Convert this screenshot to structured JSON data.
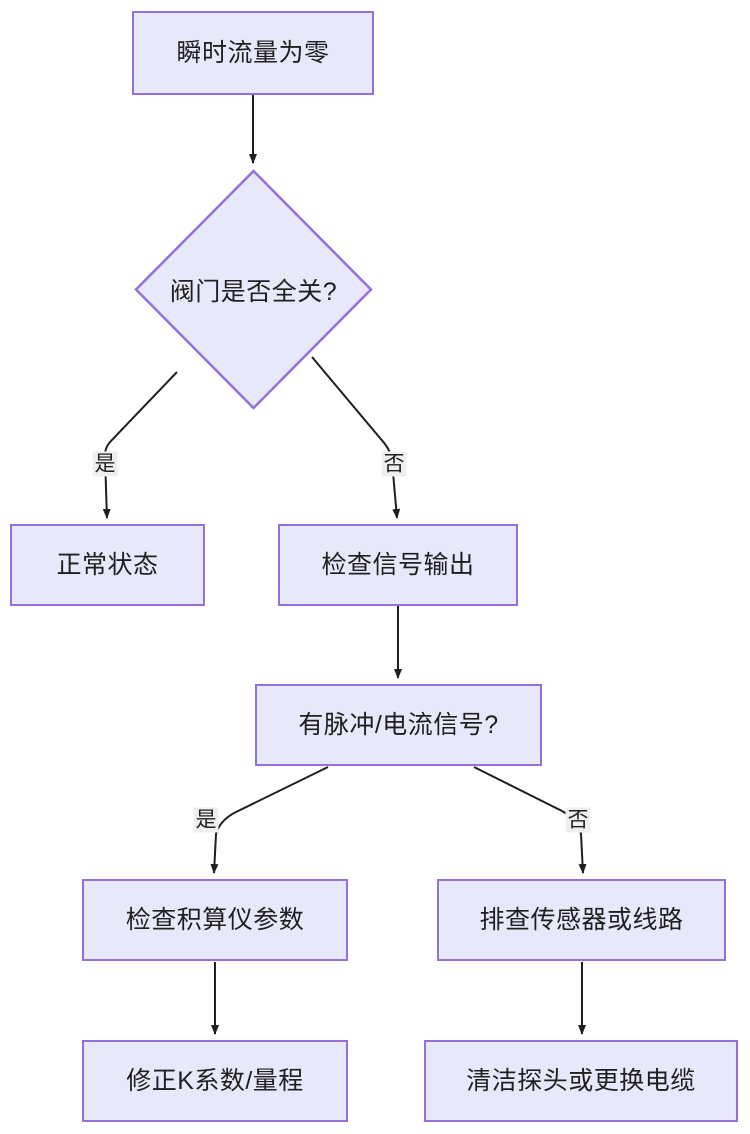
{
  "diagram": {
    "type": "flowchart",
    "direction": "top-down",
    "title_visible": false,
    "theme": {
      "node_fill": "#e8e8fb",
      "node_border": "#9370db",
      "node_text": "#1f1f1f",
      "edge_stroke": "#1f1f1f",
      "edge_label_bg": "#efefef",
      "canvas_bg": "#ffffff"
    },
    "nodes": [
      {
        "id": "n1",
        "shape": "rect",
        "label": "瞬时流量为零"
      },
      {
        "id": "n2",
        "shape": "diamond",
        "label": "阀门是否全关?"
      },
      {
        "id": "n3",
        "shape": "rect",
        "label": "正常状态"
      },
      {
        "id": "n4",
        "shape": "rect",
        "label": "检查信号输出"
      },
      {
        "id": "n5",
        "shape": "rect",
        "label": "有脉冲/电流信号?"
      },
      {
        "id": "n6",
        "shape": "rect",
        "label": "检查积算仪参数"
      },
      {
        "id": "n7",
        "shape": "rect",
        "label": "排查传感器或线路"
      },
      {
        "id": "n8",
        "shape": "rect",
        "label": "修正K系数/量程"
      },
      {
        "id": "n9",
        "shape": "rect",
        "label": "清洁探头或更换电缆"
      }
    ],
    "edges": [
      {
        "from": "n1",
        "to": "n2",
        "label": ""
      },
      {
        "from": "n2",
        "to": "n3",
        "label": "是"
      },
      {
        "from": "n2",
        "to": "n4",
        "label": "否"
      },
      {
        "from": "n4",
        "to": "n5",
        "label": ""
      },
      {
        "from": "n5",
        "to": "n6",
        "label": "是"
      },
      {
        "from": "n5",
        "to": "n7",
        "label": "否"
      },
      {
        "from": "n6",
        "to": "n8",
        "label": ""
      },
      {
        "from": "n7",
        "to": "n9",
        "label": ""
      }
    ],
    "edge_labels": {
      "yes_1": "是",
      "no_1": "否",
      "yes_2": "是",
      "no_2": "否"
    }
  }
}
